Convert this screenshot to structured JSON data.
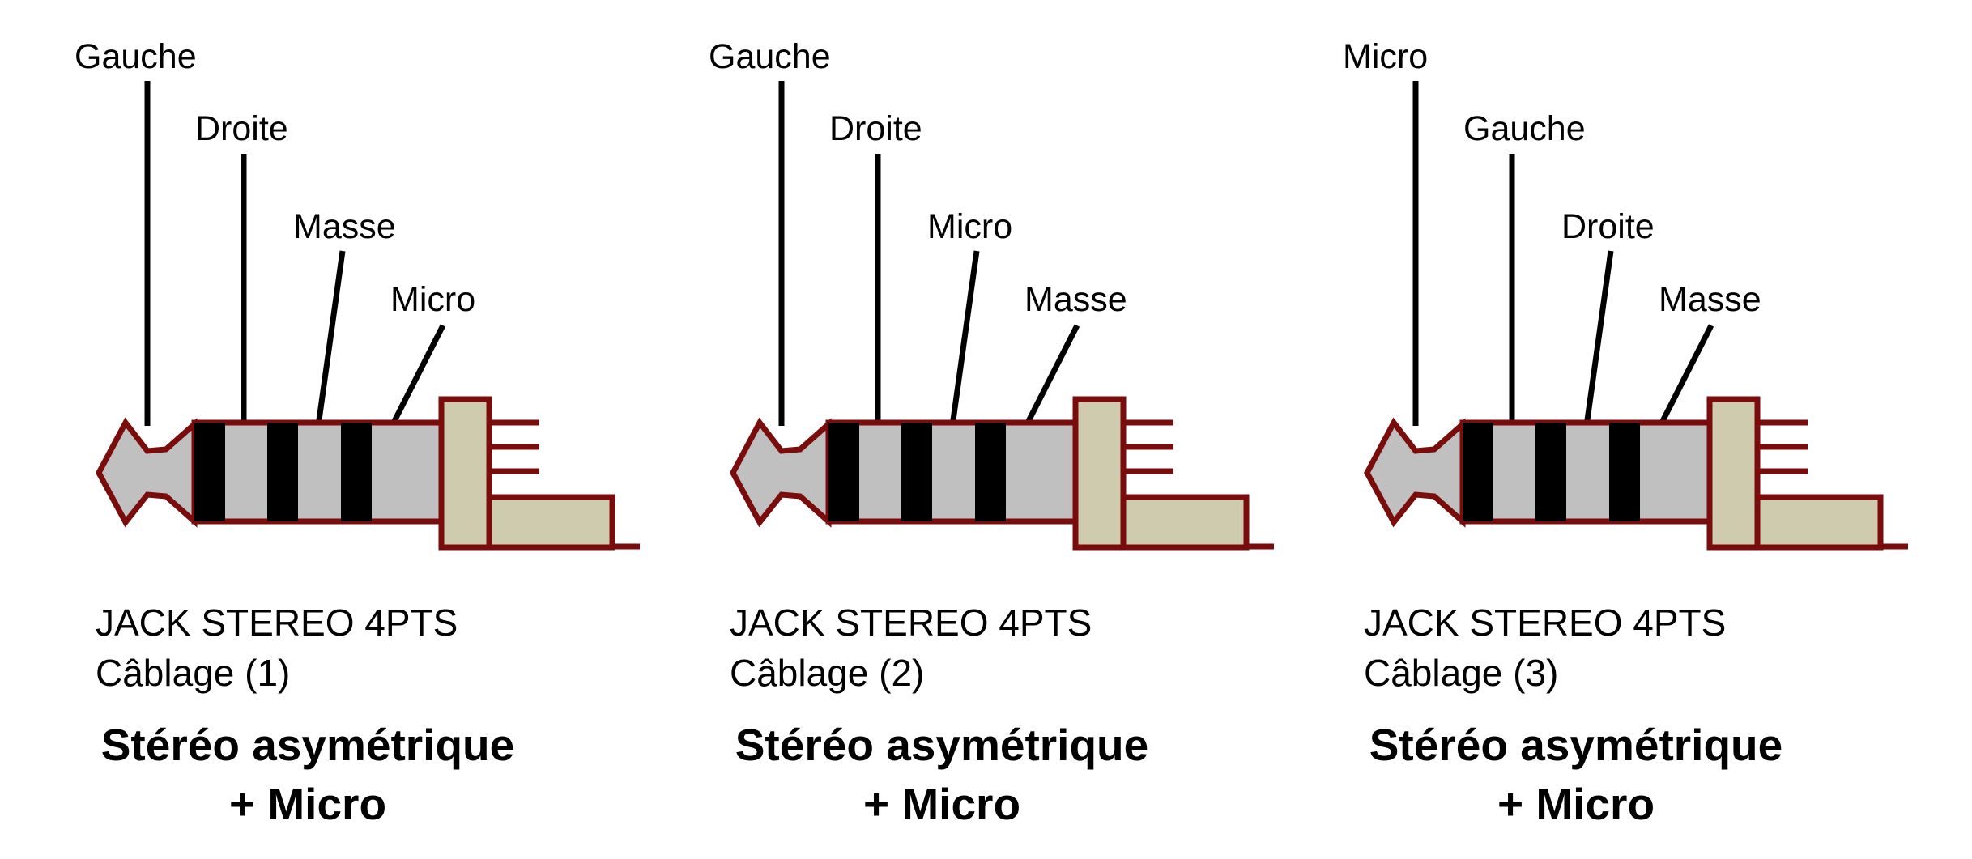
{
  "panels": [
    {
      "pins": [
        "Gauche",
        "Droite",
        "Masse",
        "Micro"
      ],
      "caption_line1": "JACK STEREO 4PTS",
      "caption_line2": "Câblage (1)",
      "title_line1": "Stéréo asymétrique",
      "title_line2": "+ Micro"
    },
    {
      "pins": [
        "Gauche",
        "Droite",
        "Micro",
        "Masse"
      ],
      "caption_line1": "JACK STEREO 4PTS",
      "caption_line2": "Câblage (2)",
      "title_line1": "Stéréo asymétrique",
      "title_line2": "+ Micro"
    },
    {
      "pins": [
        "Micro",
        "Gauche",
        "Droite",
        "Masse"
      ],
      "caption_line1": "JACK STEREO 4PTS",
      "caption_line2": "Câblage (3)",
      "title_line1": "Stéréo asymétrique",
      "title_line2": "+ Micro"
    }
  ],
  "colors": {
    "outline": "#7a0c0c",
    "plug_body": "#c0c0c0",
    "insulator": "#000000",
    "housing": "#cfcbae",
    "leader": "#000000"
  }
}
